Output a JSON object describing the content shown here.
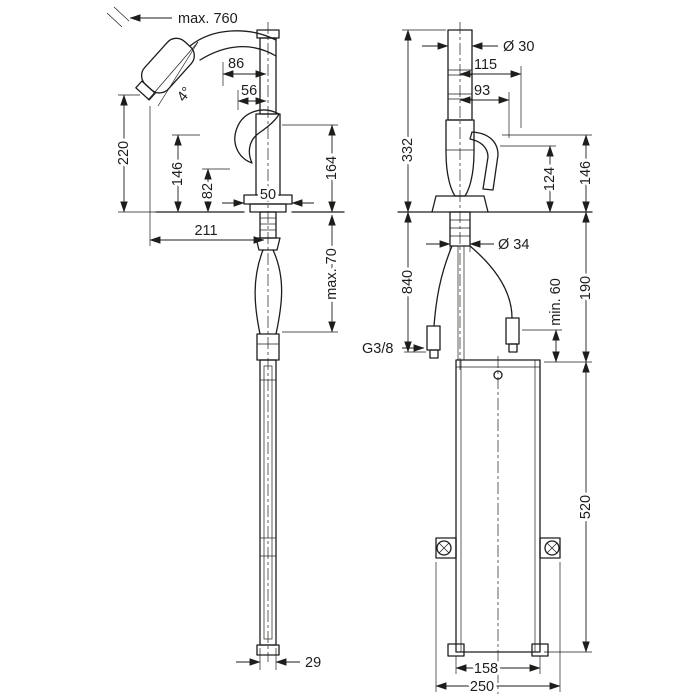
{
  "colors": {
    "background": "#ffffff",
    "ink": "#1d1d1b"
  },
  "side_view": {
    "dims": {
      "pullout_max": "max. 760",
      "spout_reach_86": "86",
      "spray_offset_56": "56",
      "spray_angle": "4°",
      "height_220": "220",
      "height_146": "146",
      "height_82": "82",
      "height_164": "164",
      "base_width_50": "50",
      "reach_211": "211",
      "deck_thickness_max": "max. 70",
      "weight_width_29": "29"
    }
  },
  "front_view": {
    "dims": {
      "diameter_30": "Ø 30",
      "offset_115": "115",
      "offset_93": "93",
      "height_332": "332",
      "height_146": "146",
      "height_124": "124",
      "diameter_34": "Ø 34",
      "hose_840": "840",
      "height_190": "190",
      "clearance_min_60": "min. 60",
      "thread": "G3/8",
      "box_height_520": "520",
      "box_width_158": "158",
      "overall_width_250": "250"
    }
  }
}
